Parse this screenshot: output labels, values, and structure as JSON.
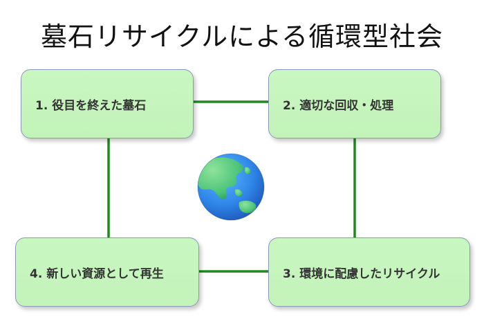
{
  "title": "墓石リサイクルによる循環型社会",
  "nodes": [
    {
      "label": "1. 役目を終えた墓石"
    },
    {
      "label": "2. 適切な回収・処理"
    },
    {
      "label": "3. 環境に配慮したリサイクル"
    },
    {
      "label": "4. 新しい資源として再生"
    }
  ],
  "center_icon": "globe-asia-australia-icon",
  "colors": {
    "node_fill": "#c6f5be",
    "node_border": "#8a97b8",
    "connector": "#1e8a1e",
    "globe_ocean": "#2f86e8",
    "globe_land": "#4cc47a"
  }
}
